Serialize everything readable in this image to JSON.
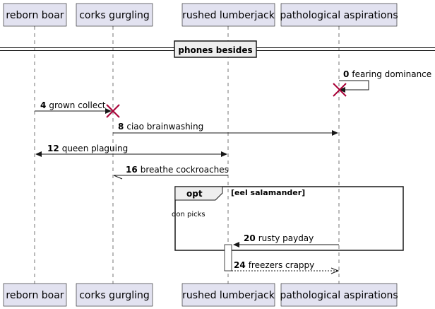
{
  "participants": [
    {
      "id": "boar",
      "label": "reborn boar"
    },
    {
      "id": "corks",
      "label": "corks gurgling"
    },
    {
      "id": "lumber",
      "label": "rushed lumberjack"
    },
    {
      "id": "patho",
      "label": "pathological aspirations"
    }
  ],
  "divider": {
    "label": "phones besides"
  },
  "messages": [
    {
      "num": "0",
      "text": "fearing dominance"
    },
    {
      "num": "4",
      "text": "grown collect"
    },
    {
      "num": "8",
      "text": "ciao brainwashing"
    },
    {
      "num": "12",
      "text": "queen plaguing"
    },
    {
      "num": "16",
      "text": "breathe cockroaches"
    },
    {
      "num": "20",
      "text": "rusty payday"
    },
    {
      "num": "24",
      "text": "freezers crappy"
    }
  ],
  "opt_fragment": {
    "keyword": "opt",
    "condition": "[eel salamander]",
    "note": "don picks"
  }
}
